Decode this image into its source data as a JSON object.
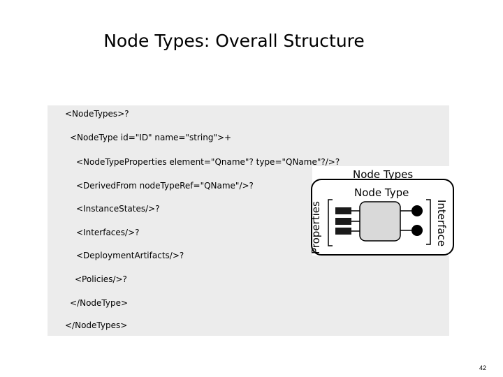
{
  "slide": {
    "title": "Node Types: Overall Structure",
    "page_number": "42"
  },
  "code_lines": [
    "<NodeTypes>?",
    "<NodeType id=\"ID\" name=\"string\">+",
    "<NodeTypeProperties element=\"Qname\"? type=\"QName\"?/>?",
    "<DerivedFrom nodeTypeRef=\"QName\"/>?",
    "<InstanceStates/>?",
    "<Interfaces/>?",
    "<DeploymentArtifacts/>?",
    "<Policies/>?",
    "</NodeType>",
    "</NodeTypes>"
  ],
  "diagram": {
    "outer_label": "Node Types",
    "inner_label": "Node Type",
    "left_side_label": "Properties",
    "right_side_label": "Interface",
    "colors": {
      "node_fill": "#d9d9d9",
      "stroke": "#000000",
      "property_boxes": "#1a1a1a"
    }
  }
}
